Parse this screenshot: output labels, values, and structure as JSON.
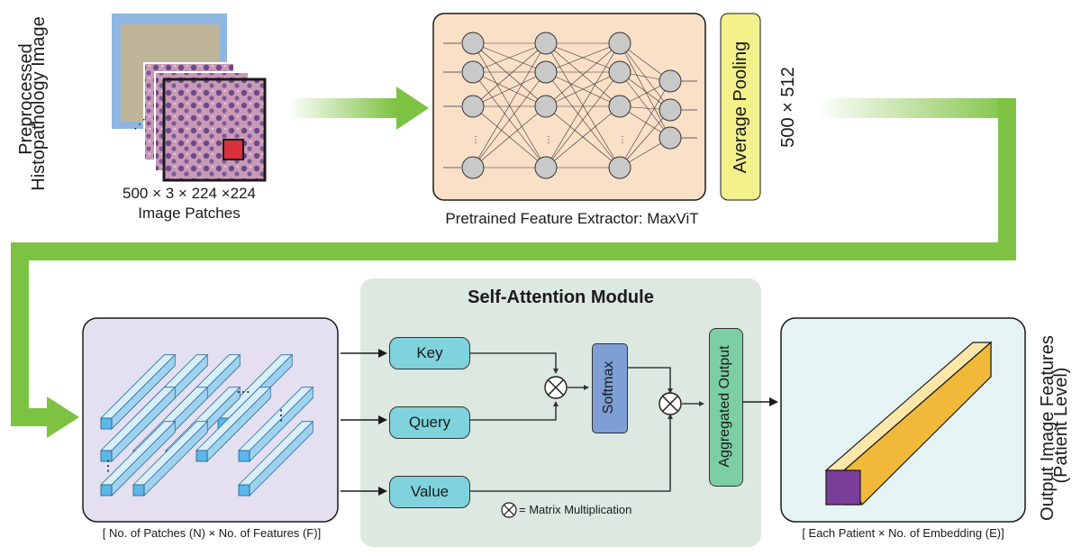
{
  "input": {
    "side_title_line1": "Preprocessed",
    "side_title_line2": "Histopathology Image",
    "dims": "500 × 3 × 224 ×224",
    "caption": "Image Patches"
  },
  "extractor": {
    "caption": "Pretrained Feature Extractor: MaxViT",
    "pooling_label": "Average Pooling",
    "pooled_dims": "500 × 512"
  },
  "attention": {
    "title": "Self-Attention Module",
    "key_label": "Key",
    "query_label": "Query",
    "value_label": "Value",
    "softmax_label": "Softmax",
    "aggregated_label": "Aggregated Output",
    "legend_text": "= Matrix Multiplication"
  },
  "patch_features": {
    "caption": "[ No. of Patches (N) × No. of Features (F)]"
  },
  "output": {
    "side_title_line1": "Output Image Features",
    "side_title_line2": "(Patient Level)",
    "caption": "[ Each Patient × No. of Embedding (E)]"
  },
  "colors": {
    "flow_arrow": "#7dc242",
    "extractor_bg": "#fbe0c8",
    "pooling_bg": "#f3f18a",
    "attention_bg": "#dce8e0",
    "patch_panel_bg": "#e4e0f0",
    "output_panel_bg": "#e6f3f4",
    "kqv_pill": "#7fd3dc",
    "softmax_pill": "#7d9fd4",
    "aggregated_pill": "#7ccfa4",
    "bar_face": "#bfe3f5",
    "bar_end": "#5cb8e8",
    "embedding_bar": "#fde6a8",
    "embedding_end": "#7a3d9a"
  }
}
